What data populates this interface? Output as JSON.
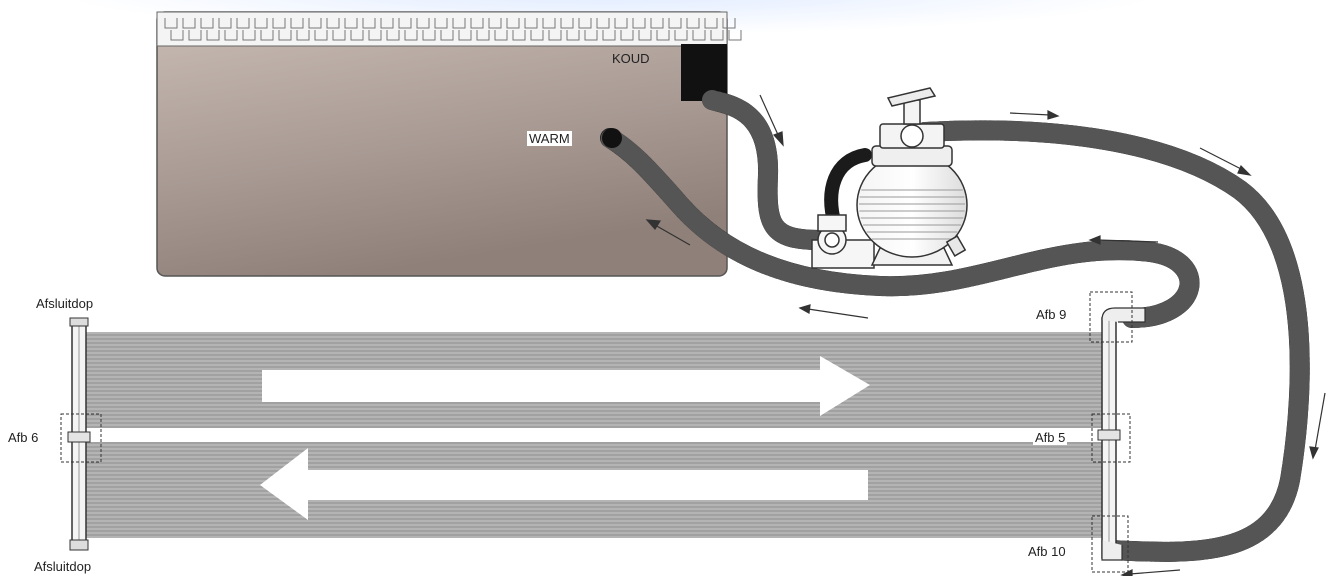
{
  "labels": {
    "cold": "KOUD",
    "warm": "WARM",
    "cap_top": "Afsluitdop",
    "cap_bottom": "Afsluitdop",
    "fig6": "Afb 6",
    "fig5": "Afb 5",
    "fig9": "Afb 9",
    "fig10": "Afb 10"
  },
  "colors": {
    "accent_glow": "#dbe8ff",
    "pool_edge": "#f2f2f2",
    "pool_top": "#c9bcb4",
    "pool_bottom": "#8f8079",
    "hose": "#1b1b1b",
    "panel": "#b4b4b4",
    "panel_line": "#8e8e8e",
    "outline": "#444444"
  },
  "icons": [
    "pool",
    "cold-inlet-block",
    "warm-outlet-fitting",
    "sand-filter-pump",
    "solar-panel",
    "flow-arrow",
    "end-cap",
    "connector"
  ]
}
